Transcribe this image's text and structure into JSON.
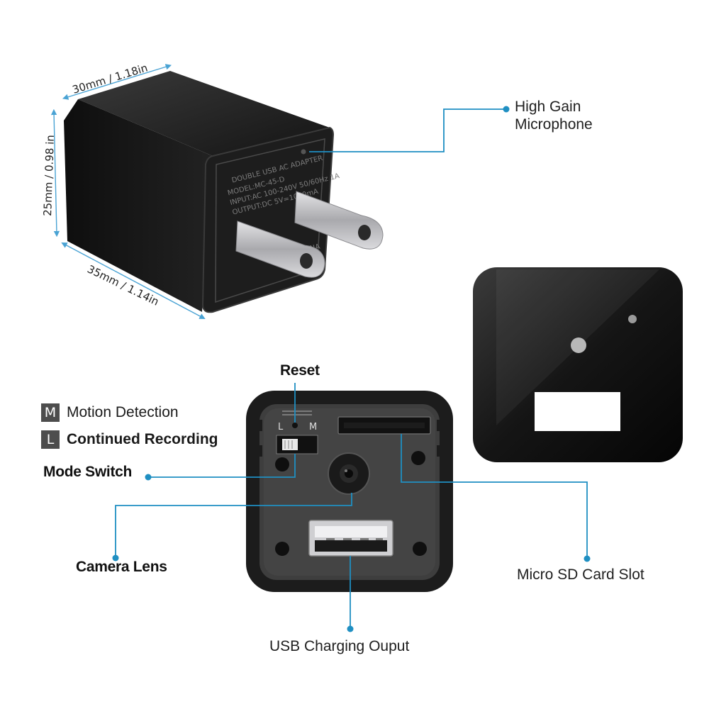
{
  "colors": {
    "callout_line": "#1f8fc2",
    "dimension_line": "#4aa3d4",
    "device_body": "#1a1a1a",
    "device_face": "#2a2a2a",
    "prong_metal": "#b8b8bc"
  },
  "dimensions": {
    "width": "30mm / 1.18in",
    "height": "25mm / 0.98 in",
    "depth": "35mm / 1.14in"
  },
  "adapter_label": {
    "line1": "DOUBLE USB AC ADAPTER",
    "line2": "MODEL:MC-45-D",
    "line3": "INPUT:AC 100-240V 50/60Hz 1A",
    "line4": "OUTPUT:DC 5V=1000mA",
    "made_in": "MADE IN CHINA"
  },
  "switch_labels": {
    "left": "L",
    "right": "M"
  },
  "callouts": {
    "microphone_line1": "High Gain",
    "microphone_line2": "Microphone",
    "reset": "Reset",
    "mode_switch": "Mode Switch",
    "camera_lens": "Camera Lens",
    "sd_slot": "Micro SD Card Slot",
    "usb_output": "USB Charging Ouput"
  },
  "legend": [
    {
      "key": "M",
      "text": "Motion Detection"
    },
    {
      "key": "L",
      "text": "Continued Recording"
    }
  ],
  "icons": [
    "callout-dot-icon",
    "dimension-arrow-icon"
  ]
}
